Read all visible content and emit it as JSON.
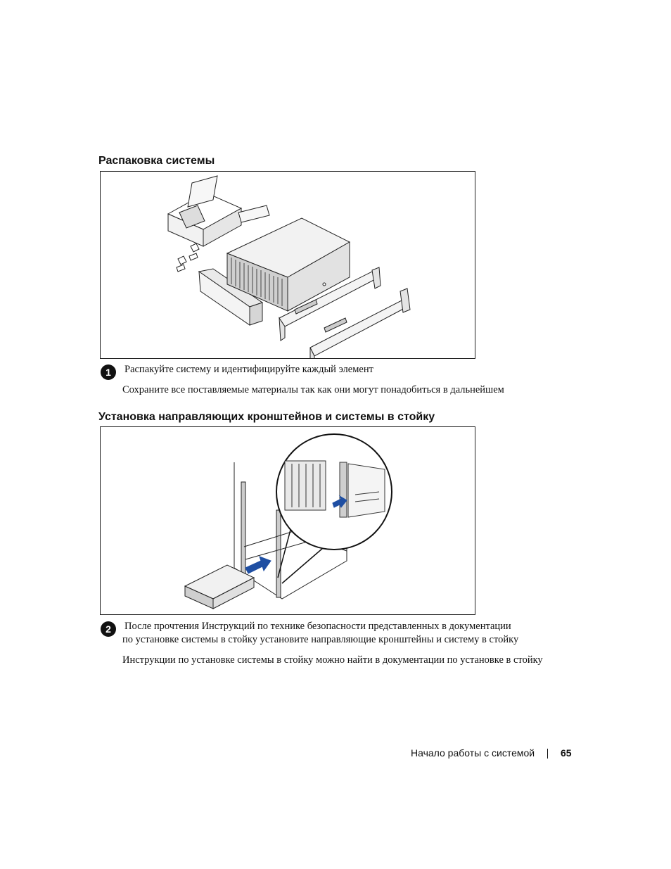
{
  "section1": {
    "heading": "Распаковка системы",
    "step_number": "1",
    "step_text": "Распакуйте систему и идентифицируйте каждый элемент",
    "note": "Сохраните все поставляемые материалы  так как они могут понадобиться в дальнейшем"
  },
  "section2": {
    "heading": "Установка направляющих кронштейнов и системы в стойку",
    "step_number": "2",
    "step_line1": "После прочтения   Инструкций по технике безопасности    представленных в документации",
    "step_line2": "по установке системы в стойку  установите направляющие кронштейны и систему в стойку",
    "note": "Инструкции по установке системы в стойку можно найти в документации по установке в стойку"
  },
  "footer": {
    "title": "Начало работы с системой",
    "page_number": "65"
  },
  "colors": {
    "arrow": "#1f4fa3",
    "ink": "#111111"
  }
}
